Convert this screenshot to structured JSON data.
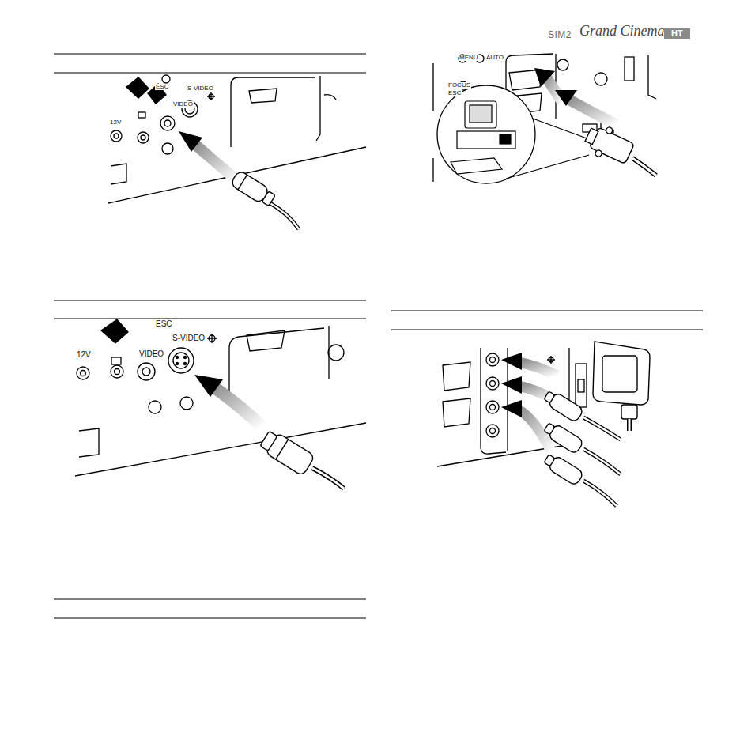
{
  "diagram": {
    "labels": [
      "SIM2",
      "Grand Cinema",
      "HT",
      "ESC",
      "VIDEO",
      "S-VIDEO",
      "12V",
      "ESC",
      "VIDEO",
      "S-VIDEO",
      "12V",
      "MENU",
      "AUTO",
      "FOCUS",
      "ESC"
    ]
  }
}
